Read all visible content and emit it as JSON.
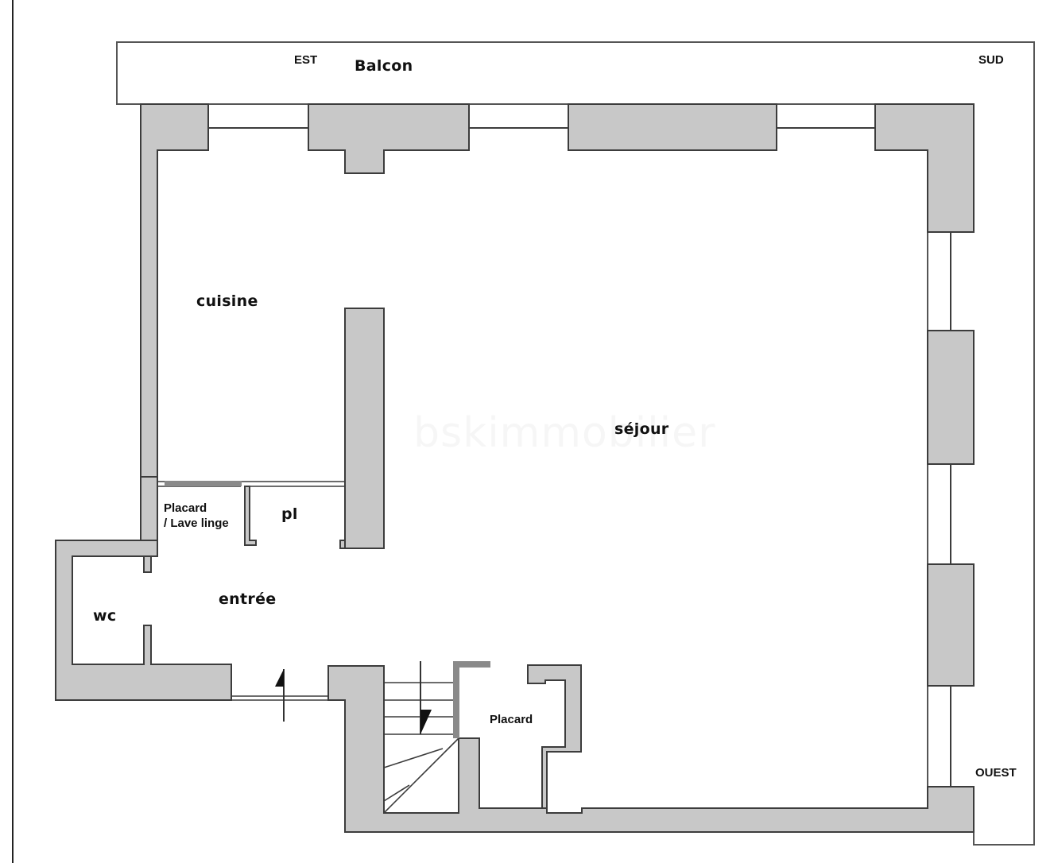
{
  "plan": {
    "colors": {
      "wall_fill": "#c8c8c8",
      "wall_stroke": "#3c3c3c",
      "door_gray": "#8a8a8a",
      "background": "#ffffff"
    },
    "compass": {
      "east": "EST",
      "south": "SUD",
      "west": "OUEST"
    },
    "balcony": {
      "label": "Balcon"
    },
    "rooms": {
      "kitchen": "cuisine",
      "living": "séjour",
      "closet_laundry_line1": "Placard",
      "closet_laundry_line2": "/ Lave linge",
      "closet_small": "pl",
      "entrance": "entrée",
      "wc": "wc",
      "closet_stairs": "Placard"
    },
    "watermark": "bskimmobilier",
    "icons": {
      "entry_door_arrow": "arrow-up-icon",
      "stairs_arrow": "arrow-down-icon"
    }
  }
}
